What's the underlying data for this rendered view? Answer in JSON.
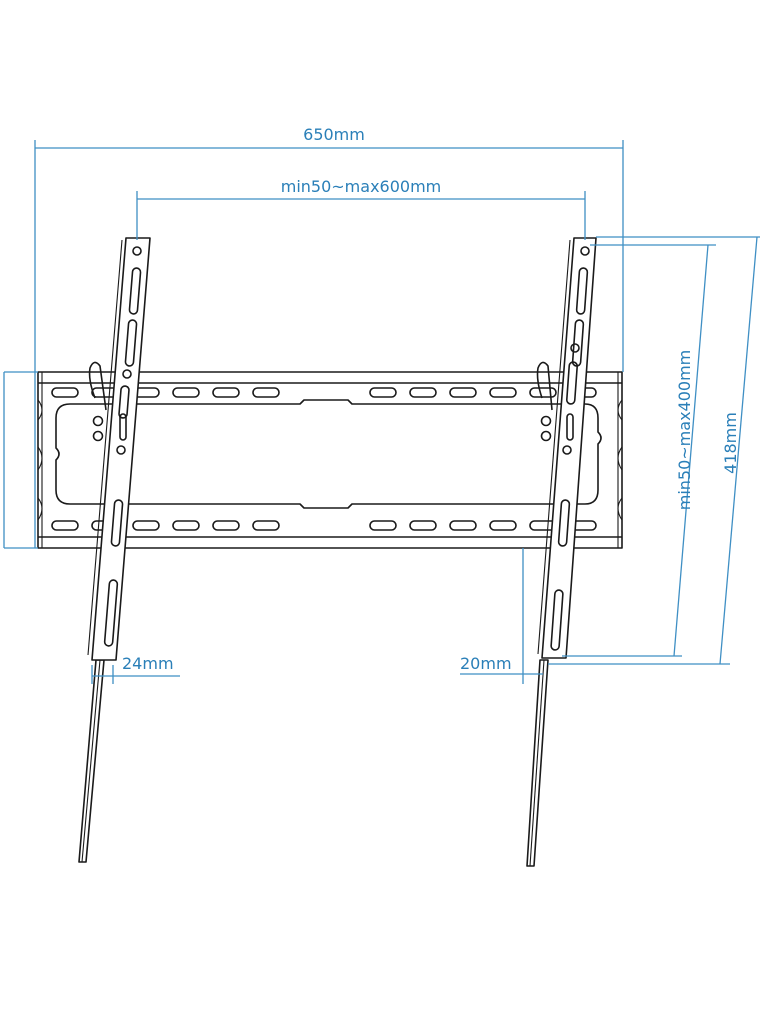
{
  "diagram": {
    "type": "technical-drawing",
    "subject": "tilting TV wall mount bracket",
    "colors": {
      "dimension_lines": "#3f8fc4",
      "dimension_text": "#2a7fb8",
      "line_art": "#1a1a1a",
      "background": "#ffffff"
    },
    "dimensions": {
      "overall_width": "650mm",
      "vesa_horizontal": "min50~max600mm",
      "vesa_vertical": "min50~max400mm",
      "arm_height": "418mm",
      "left_wall_gap": "24mm",
      "right_wall_gap": "20mm"
    }
  }
}
